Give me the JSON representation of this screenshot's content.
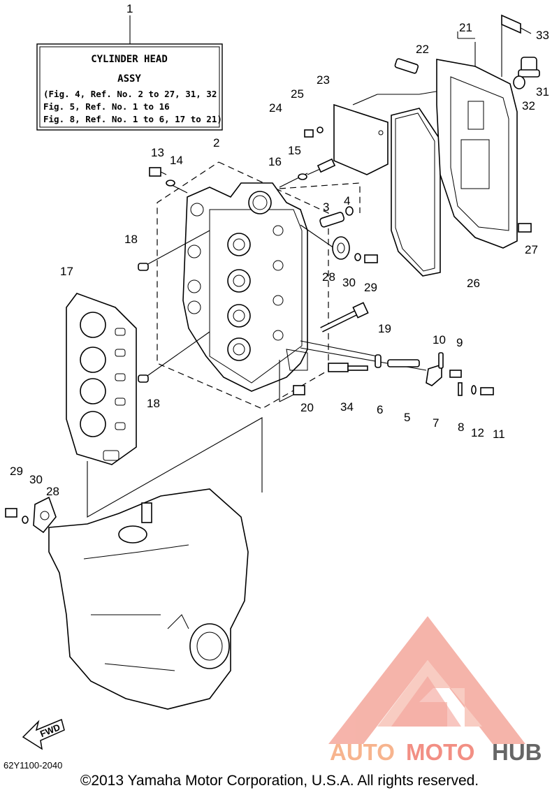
{
  "assy_box": {
    "title_line1": "CYLINDER HEAD",
    "title_line2": "ASSY",
    "refs": [
      "(Fig. 4, Ref. No. 2 to 27, 31, 32",
      " Fig. 5, Ref. No. 1 to 16",
      " Fig. 8, Ref. No. 1 to 6, 17 to 21)"
    ]
  },
  "callouts": {
    "c1": "1",
    "c2": "2",
    "c3": "3",
    "c4": "4",
    "c5": "5",
    "c6": "6",
    "c7": "7",
    "c8": "8",
    "c9": "9",
    "c10": "10",
    "c11": "11",
    "c12": "12",
    "c13": "13",
    "c14": "14",
    "c15": "15",
    "c16": "16",
    "c17": "17",
    "c18a": "18",
    "c18b": "18",
    "c19": "19",
    "c20": "20",
    "c21": "21",
    "c22": "22",
    "c23": "23",
    "c24": "24",
    "c25": "25",
    "c26": "26",
    "c27": "27",
    "c28a": "28",
    "c28b": "28",
    "c29a": "29",
    "c29b": "29",
    "c30a": "30",
    "c30b": "30",
    "c31": "31",
    "c32": "32",
    "c33": "33",
    "c34": "34"
  },
  "fwd_arrow": "FWD",
  "part_code": "62Y1100-2040",
  "copyright": "©2013 Yamaha Motor Corporation, U.S.A. All rights reserved.",
  "watermark": {
    "text_auto": "AUTO",
    "text_moto": "MOTO",
    "text_hub": "HUB",
    "color_light": "#f6b79c",
    "color_mid": "#f28f84",
    "color_dark": "#666666"
  }
}
